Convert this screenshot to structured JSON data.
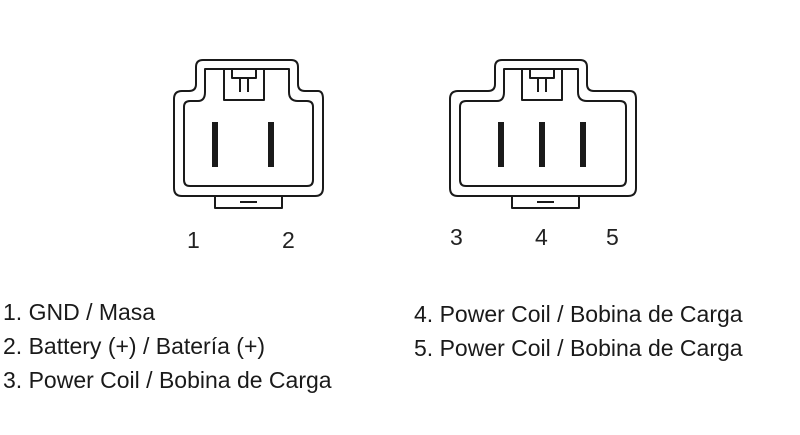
{
  "connector_left": {
    "pins": [
      "1",
      "2"
    ]
  },
  "connector_right": {
    "pins": [
      "3",
      "4",
      "5"
    ]
  },
  "legend_left": [
    "1. GND / Masa",
    "2. Battery (+) / Batería (+)",
    "3. Power Coil / Bobina de Carga"
  ],
  "legend_right": [
    "4. Power Coil / Bobina de Carga",
    "5. Power Coil / Bobina de Carga"
  ]
}
